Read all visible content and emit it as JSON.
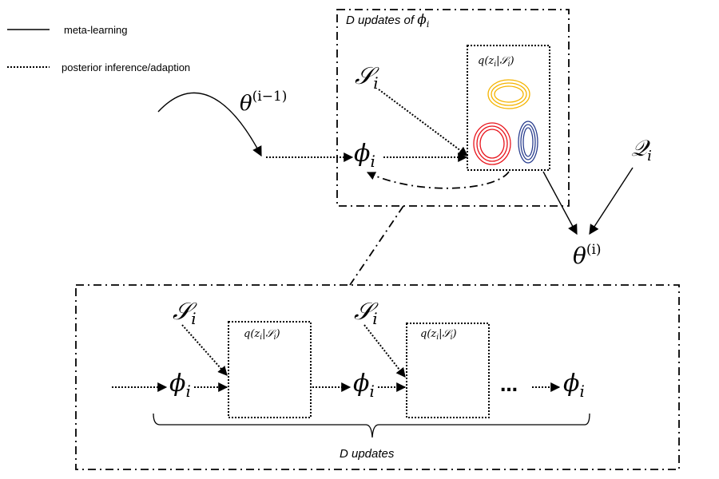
{
  "legend": {
    "items": [
      {
        "style": "solid",
        "label": "meta-learning"
      },
      {
        "style": "dotted",
        "label": "posterior inference/adaption"
      }
    ]
  },
  "upper_block": {
    "title": "D updates of ϕᵢ",
    "title_prefix": "D updates of ",
    "title_symbol": "ϕ",
    "title_sub": "i",
    "support_set": {
      "symbol": "𝒮",
      "sub": "i"
    },
    "phi": {
      "symbol": "ϕ",
      "sub": "i"
    },
    "posterior": {
      "label_q": "q(z",
      "label_sub": "i",
      "label_mid": "|",
      "label_S": "𝒮",
      "label_close": ")",
      "contours": [
        {
          "name": "yellow-ellipse",
          "color": "#f5b400"
        },
        {
          "name": "red-circle",
          "color": "#e8141c"
        },
        {
          "name": "blue-ellipse",
          "color": "#2b3f8f"
        }
      ]
    }
  },
  "theta_prev": {
    "symbol": "θ",
    "sup": "(i−1)"
  },
  "theta_next": {
    "symbol": "θ",
    "sup": "(i)"
  },
  "query_set": {
    "symbol": "𝒬",
    "sub": "i"
  },
  "lower_block": {
    "caption": "D updates",
    "ellipsis": "…",
    "steps": [
      {
        "support": "𝒮",
        "sub": "i",
        "q_label": "q(z",
        "q_sub": "i",
        "q_rest": "|𝒮",
        "q_sub2": "i",
        "q_close": ")"
      },
      {
        "support": "𝒮",
        "sub": "i",
        "q_label": "q(z",
        "q_sub": "i",
        "q_rest": "|𝒮",
        "q_sub2": "i",
        "q_close": ")"
      }
    ],
    "phi": {
      "symbol": "ϕ",
      "sub": "i"
    }
  }
}
